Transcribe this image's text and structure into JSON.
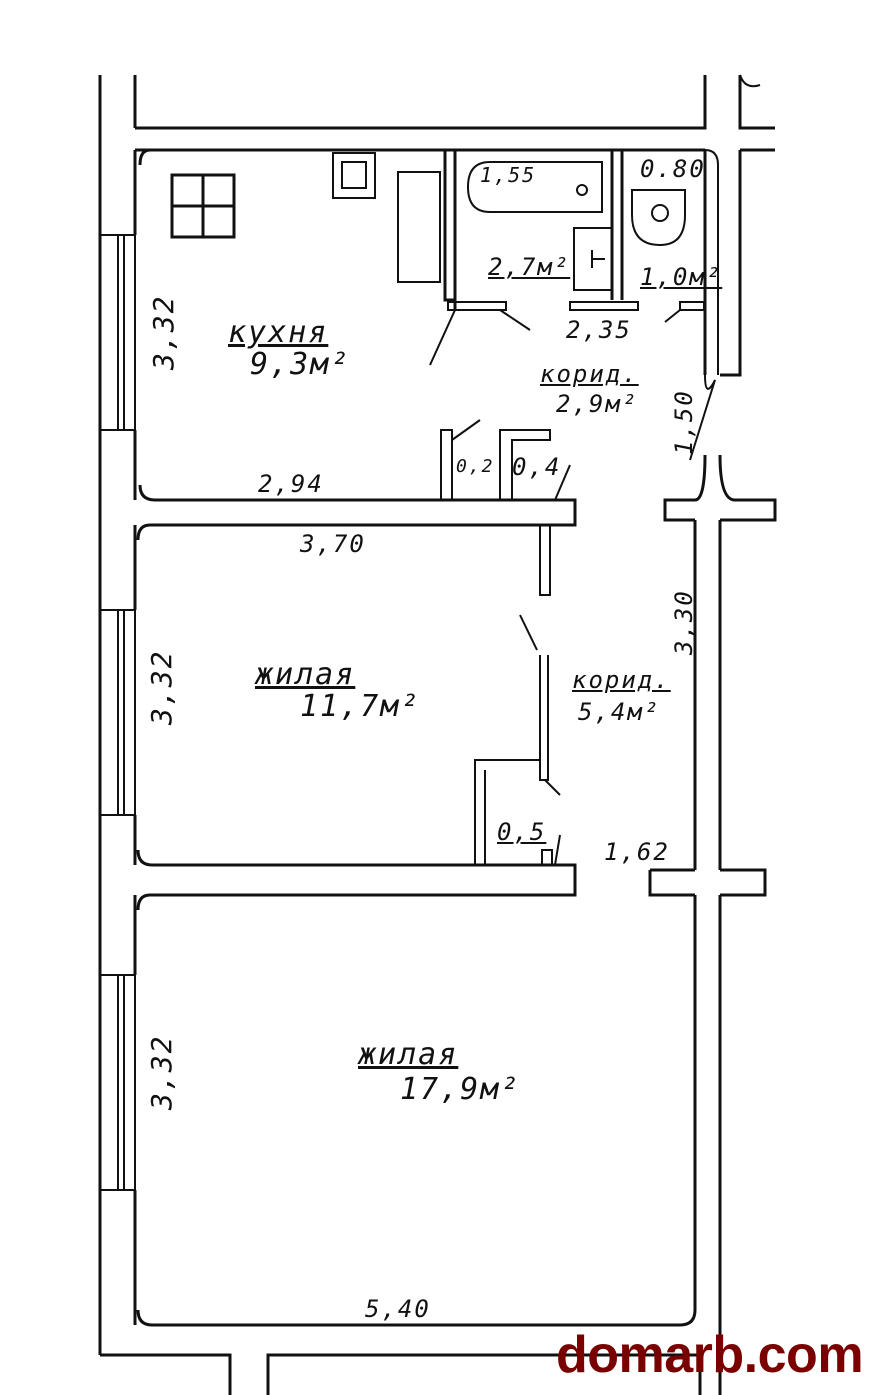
{
  "rooms": {
    "kitchen": {
      "name": "кухня",
      "area": "9,3м²"
    },
    "bathroom": {
      "area": "2,7м²",
      "tub_length": "1,55"
    },
    "toilet": {
      "area": "1,0м²",
      "width": "0.80"
    },
    "corridor1": {
      "name": "корид.",
      "area": "2,9м²"
    },
    "corridor2": {
      "name": "корид.",
      "area": "5,4м²"
    },
    "living1": {
      "name": "жилая",
      "area": "11,7м²"
    },
    "living2": {
      "name": "жилая",
      "area": "17,9м²"
    },
    "closet1": {
      "area": "0,2"
    },
    "closet2": {
      "area": "0,4"
    },
    "closet3": {
      "area": "0,5"
    }
  },
  "dimensions": {
    "kitchen_depth": "3,32",
    "kitchen_width": "2,94",
    "bath_width": "2,35",
    "corridor1_len": "1,50",
    "living1_width": "3,70",
    "living1_depth": "3,32",
    "corridor2_len": "3,30",
    "corridor2_width": "1,62",
    "living2_depth": "3,32",
    "living2_width": "5,40"
  },
  "watermark": "domarb.com",
  "colors": {
    "watermark": "#7a0000",
    "lines": "#111111"
  }
}
